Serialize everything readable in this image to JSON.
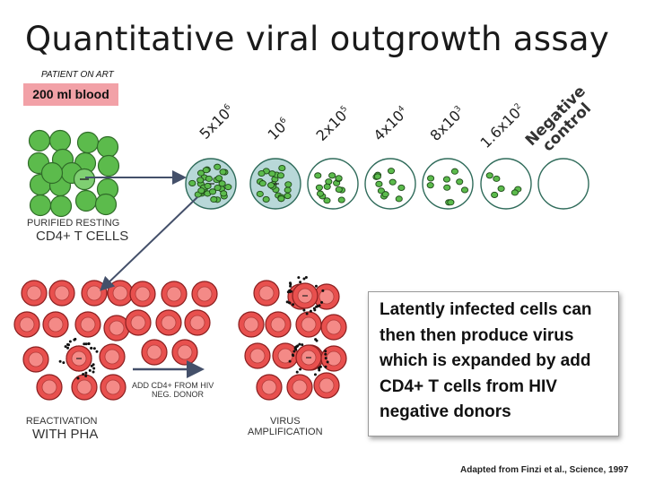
{
  "title": "Quantitative viral outgrowth assay",
  "patient_label": "PATIENT ON ART",
  "blood_label": "200 ml blood",
  "dilutions": [
    {
      "base": "5x10",
      "exp": "6"
    },
    {
      "base": "10",
      "exp": "6"
    },
    {
      "base": "2x10",
      "exp": "5"
    },
    {
      "base": "4x10",
      "exp": "4"
    },
    {
      "base": "8x10",
      "exp": "3"
    },
    {
      "base": "1.6x10",
      "exp": "2"
    }
  ],
  "negative_control": {
    "line1": "Negative",
    "line2": "control"
  },
  "purified_label": {
    "line1": "PURIFIED RESTING",
    "line2": "CD4+ T CELLS"
  },
  "reactivation_label": {
    "line1": "REACTIVATION",
    "line2": "WITH PHA"
  },
  "add_cd4_label": {
    "line1": "ADD CD4+ FROM HIV",
    "line2": "NEG. DONOR"
  },
  "amplification_label": {
    "line1": "VIRUS",
    "line2": "AMPLIFICATION"
  },
  "explanation": "Latently infected cells can then then produce virus which is expanded by add CD4+ T cells from HIV negative donors",
  "credit": "Adapted from Finzi et al., Science, 1997",
  "colors": {
    "green": "#5cbb4c",
    "red": "#e8504e",
    "redInner": "#f48a87",
    "well": "#b8d8d8",
    "blood": "#f2a1a7"
  }
}
